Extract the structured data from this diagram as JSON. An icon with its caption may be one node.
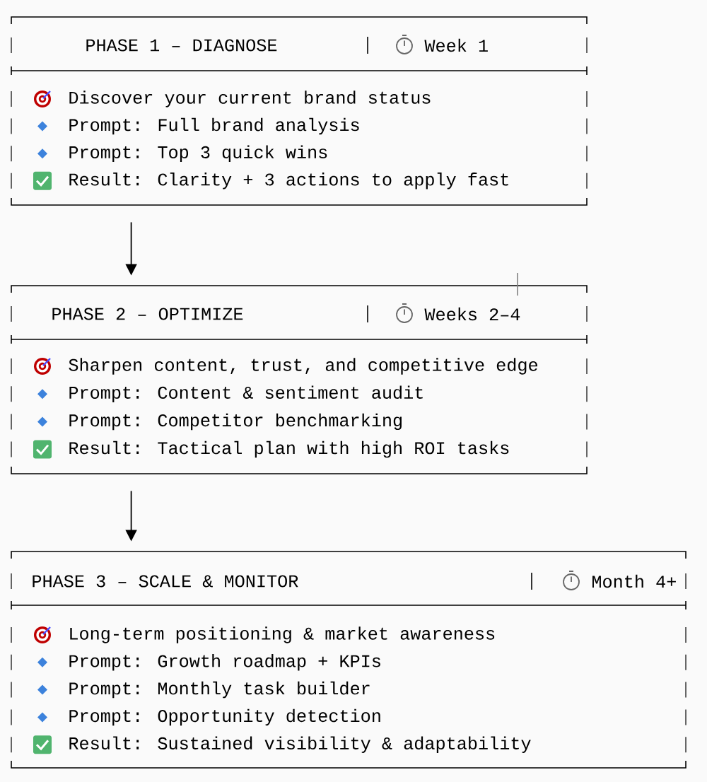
{
  "diagram": {
    "nodes": [
      {
        "text": [
          "PHASE 1 – DIAGNOSE",
          "Week 1",
          "Discover your current brand status",
          "Prompt: Full brand analysis",
          "Prompt: Top 3 quick wins",
          "Result: Clarity + 3 actions to apply fast"
        ]
      },
      {
        "text": [
          "PHASE 2 – OPTIMIZE",
          "Weeks 2–4",
          "Sharpen content, trust, and competitive edge",
          "Prompt: Content & sentiment audit",
          "Prompt: Competitor benchmarking",
          "Result: Tactical plan with high ROI tasks"
        ]
      },
      {
        "text": [
          "PHASE 3 – SCALE & MONITOR",
          "Month 4+",
          "Long-term positioning & market awareness",
          "Prompt: Growth roadmap + KPIs",
          "Prompt: Monthly task builder",
          "Prompt: Opportunity detection",
          "Result: Sustained visibility & adaptability"
        ]
      }
    ],
    "edges": [
      {
        "from": 0,
        "to": 1,
        "arrow": "to"
      },
      {
        "from": 1,
        "to": 2,
        "arrow": "to"
      }
    ]
  }
}
